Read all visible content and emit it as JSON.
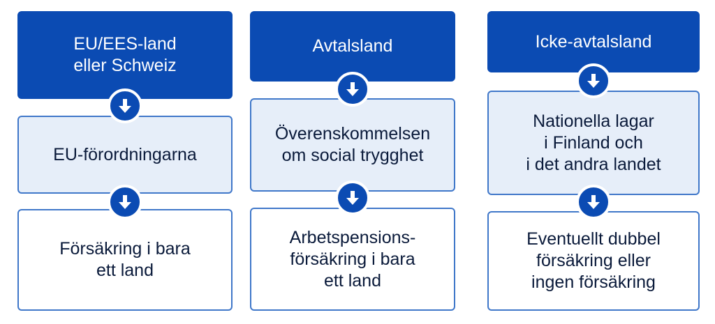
{
  "columns": [
    {
      "header": "EU/EES-land\neller Schweiz",
      "middle": "EU-förordningarna",
      "result": "Försäkring i bara\nett land"
    },
    {
      "header": "Avtalsland",
      "middle": "Överenskommelsen\nom social trygghet",
      "result": "Arbetspensions-\nförsäkring i bara\nett land"
    },
    {
      "header": "Icke-avtalsland",
      "middle": "Nationella lagar\ni Finland och\ni det andra landet",
      "result": "Eventuellt dubbel\nförsäkring eller\ningen försäkring"
    }
  ],
  "colors": {
    "header_bg": "#0b4bb3",
    "middle_bg": "#e6eef9",
    "border": "#3f77c9",
    "arrow_bg": "#0b4bb3"
  },
  "icons": [
    "arrow-down-icon"
  ]
}
